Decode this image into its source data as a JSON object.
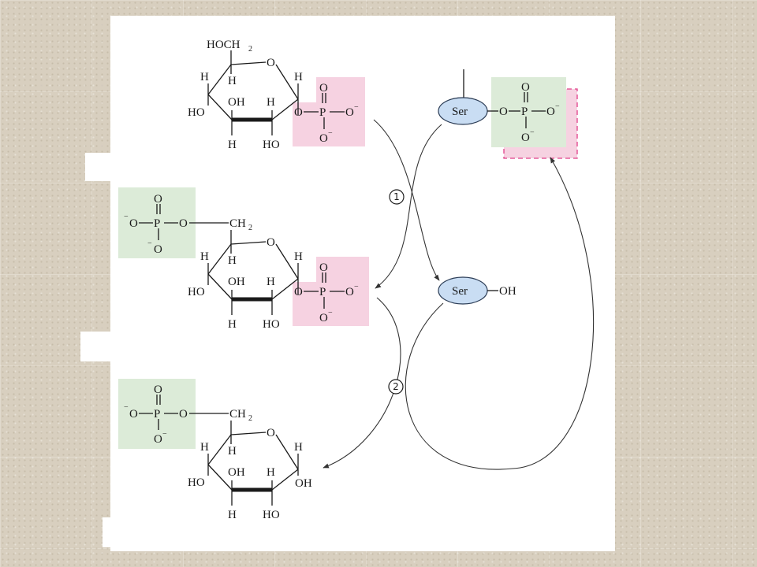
{
  "molecules": {
    "top": {
      "c6_label": "HOCH",
      "c6_sub": "2",
      "ring_o": "O",
      "h_c4": "H",
      "h_c5": "H",
      "ho_c4": "HO",
      "oh_c3": "OH",
      "h_c2": "H",
      "h_c3": "H",
      "oh_c2": "HO",
      "h_c1": "H",
      "phosphate": {
        "o_link": "O",
        "p": "P",
        "o_top": "O",
        "o_right": "O",
        "o_bottom": "O",
        "charge": "−"
      }
    },
    "middle": {
      "left_phosphate": {
        "o_top": "O",
        "o_left": "O",
        "p": "P",
        "o_link": "O",
        "o_bottom": "O",
        "charge": "−"
      },
      "c6_label": "CH",
      "c6_sub": "2",
      "ring_o": "O",
      "h_c4": "H",
      "h_c5": "H",
      "ho_c4": "HO",
      "oh_c3": "OH",
      "h_c2": "H",
      "h_c3": "H",
      "oh_c2": "HO",
      "h_c1": "H",
      "phosphate": {
        "o_link": "O",
        "p": "P",
        "o_top": "O",
        "o_right": "O",
        "o_bottom": "O",
        "charge": "−"
      }
    },
    "bottom": {
      "left_phosphate": {
        "o_top": "O",
        "o_left": "O",
        "p": "P",
        "o_link": "O",
        "o_bottom": "O",
        "charge": "−"
      },
      "c6_label": "CH",
      "c6_sub": "2",
      "ring_o": "O",
      "h_c4": "H",
      "h_c5": "H",
      "ho_c4": "HO",
      "oh_c3": "OH",
      "h_c2": "H",
      "h_c3": "H",
      "oh_c2": "HO",
      "h_c1": "H",
      "oh_c1": "OH"
    }
  },
  "enzyme": {
    "phospho": {
      "residue": "Ser",
      "o_link": "O",
      "p": "P",
      "o_top": "O",
      "o_right": "O",
      "o_bottom": "O",
      "charge": "−"
    },
    "free": {
      "residue": "Ser",
      "hydroxyl": "OH"
    }
  },
  "steps": [
    "①",
    "②"
  ],
  "colors": {
    "pink_phosphate": "#f6d2e1",
    "green_phosphate": "#dcebd8",
    "enzyme_fill": "#c9ddf3",
    "dashed_outline": "#e0408a"
  }
}
